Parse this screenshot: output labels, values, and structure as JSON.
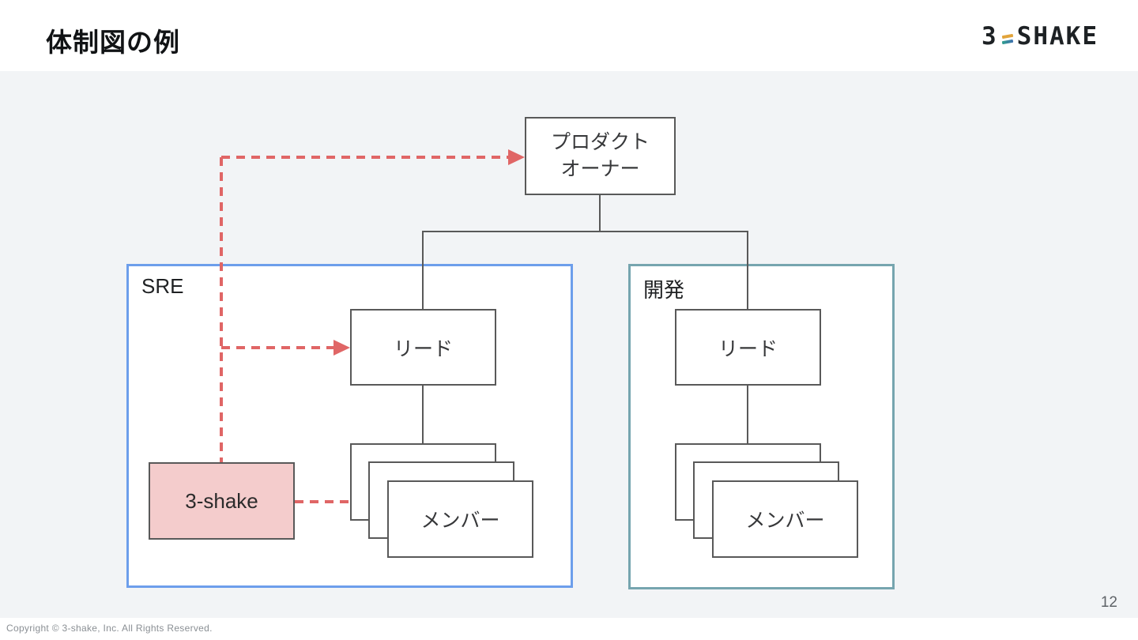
{
  "slide": {
    "title": "体制図の例",
    "page_number": "12",
    "copyright": "Copyright © 3-shake, Inc. All Rights Reserved.",
    "logo": {
      "prefix": "3",
      "suffix": "SHAKE"
    }
  },
  "diagram": {
    "product_owner": {
      "line1": "プロダクト",
      "line2": "オーナー"
    },
    "groups": [
      {
        "id": "sre",
        "label": "SRE",
        "border_color": "#6d9eeb",
        "lead_label": "リード",
        "member_label": "メンバー"
      },
      {
        "id": "dev",
        "label": "開発",
        "border_color": "#76a5af",
        "lead_label": "リード",
        "member_label": "メンバー"
      }
    ],
    "external_box": {
      "label": "3-shake",
      "fill_color": "#f4cccc"
    },
    "colors": {
      "dashed_arrow": "#e06666",
      "node_border": "#595959",
      "connector": "#595959",
      "body_background": "#f2f4f6",
      "logo_mark_top": "#e2a43b",
      "logo_mark_bottom_start": "#2f9f8e",
      "logo_mark_bottom_end": "#3f6fae"
    }
  }
}
